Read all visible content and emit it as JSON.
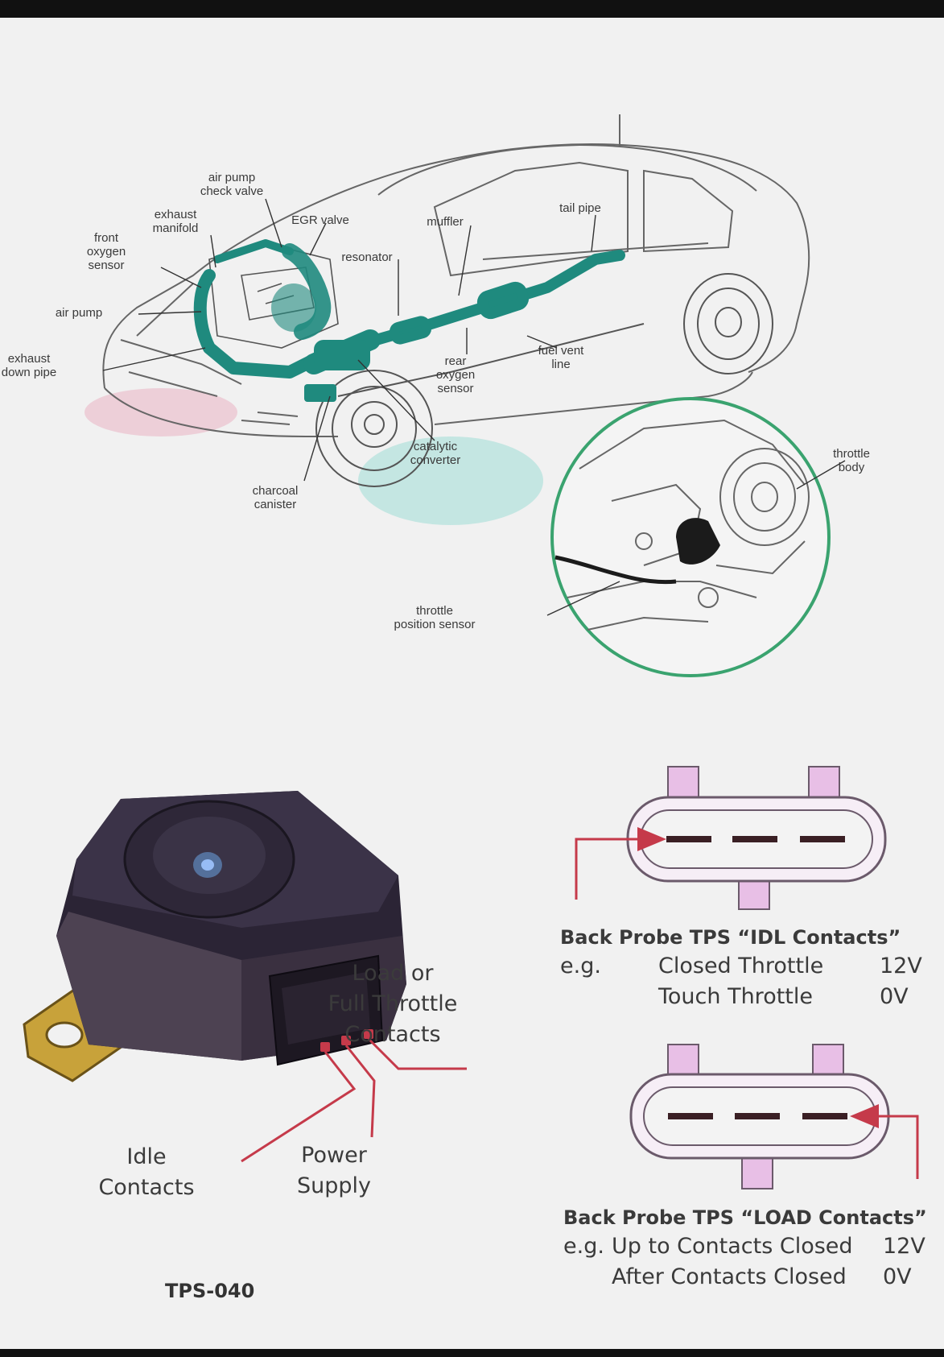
{
  "car_diagram": {
    "labels": {
      "air_pump_check_valve": "air pump\ncheck valve",
      "exhaust_manifold": "exhaust\nmanifold",
      "egr_valve": "EGR valve",
      "muffler": "muffler",
      "tail_pipe": "tail pipe",
      "front_oxygen_sensor": "front\noxygen\nsensor",
      "resonator": "resonator",
      "air_pump": "air pump",
      "exhaust_down_pipe": "exhaust\ndown pipe",
      "rear_oxygen_sensor": "rear\noxygen\nsensor",
      "fuel_vent_line": "fuel vent\nline",
      "catalytic_converter": "catalytic\nconverter",
      "charcoal_canister": "charcoal\ncanister",
      "throttle_body": "throttle\nbody",
      "throttle_position_sensor": "throttle\nposition sensor"
    },
    "colors": {
      "exhaust_path": "#1f8a7e",
      "inset_ring": "#3aa36f",
      "outline": "#555555"
    }
  },
  "tps_sensor": {
    "load_label": "Load or\nFull Throttle\nContacts",
    "idle_label": "Idle\nContacts",
    "power_label": "Power\nSupply",
    "part_number": "TPS-040",
    "colors": {
      "body": "#2b2435",
      "bracket": "#c8a23a",
      "leader": "#c53a4a"
    }
  },
  "idl_probe": {
    "title": "Back Probe TPS “IDL Contacts”",
    "eg": "e.g.",
    "rows": [
      {
        "condition": "Closed Throttle",
        "voltage": "12V"
      },
      {
        "condition": "Touch Throttle",
        "voltage": "0V"
      }
    ]
  },
  "load_probe": {
    "title": "Back Probe TPS “LOAD Contacts”",
    "eg": "e.g.",
    "rows": [
      {
        "condition": "Up to Contacts Closed",
        "voltage": "12V"
      },
      {
        "condition": "After Contacts Closed",
        "voltage": "0V"
      }
    ]
  },
  "connector_colors": {
    "tab": "#e8bfe6",
    "outline": "#6b5a6b",
    "pin": "#3a1f24",
    "arrow": "#c53a4a"
  }
}
